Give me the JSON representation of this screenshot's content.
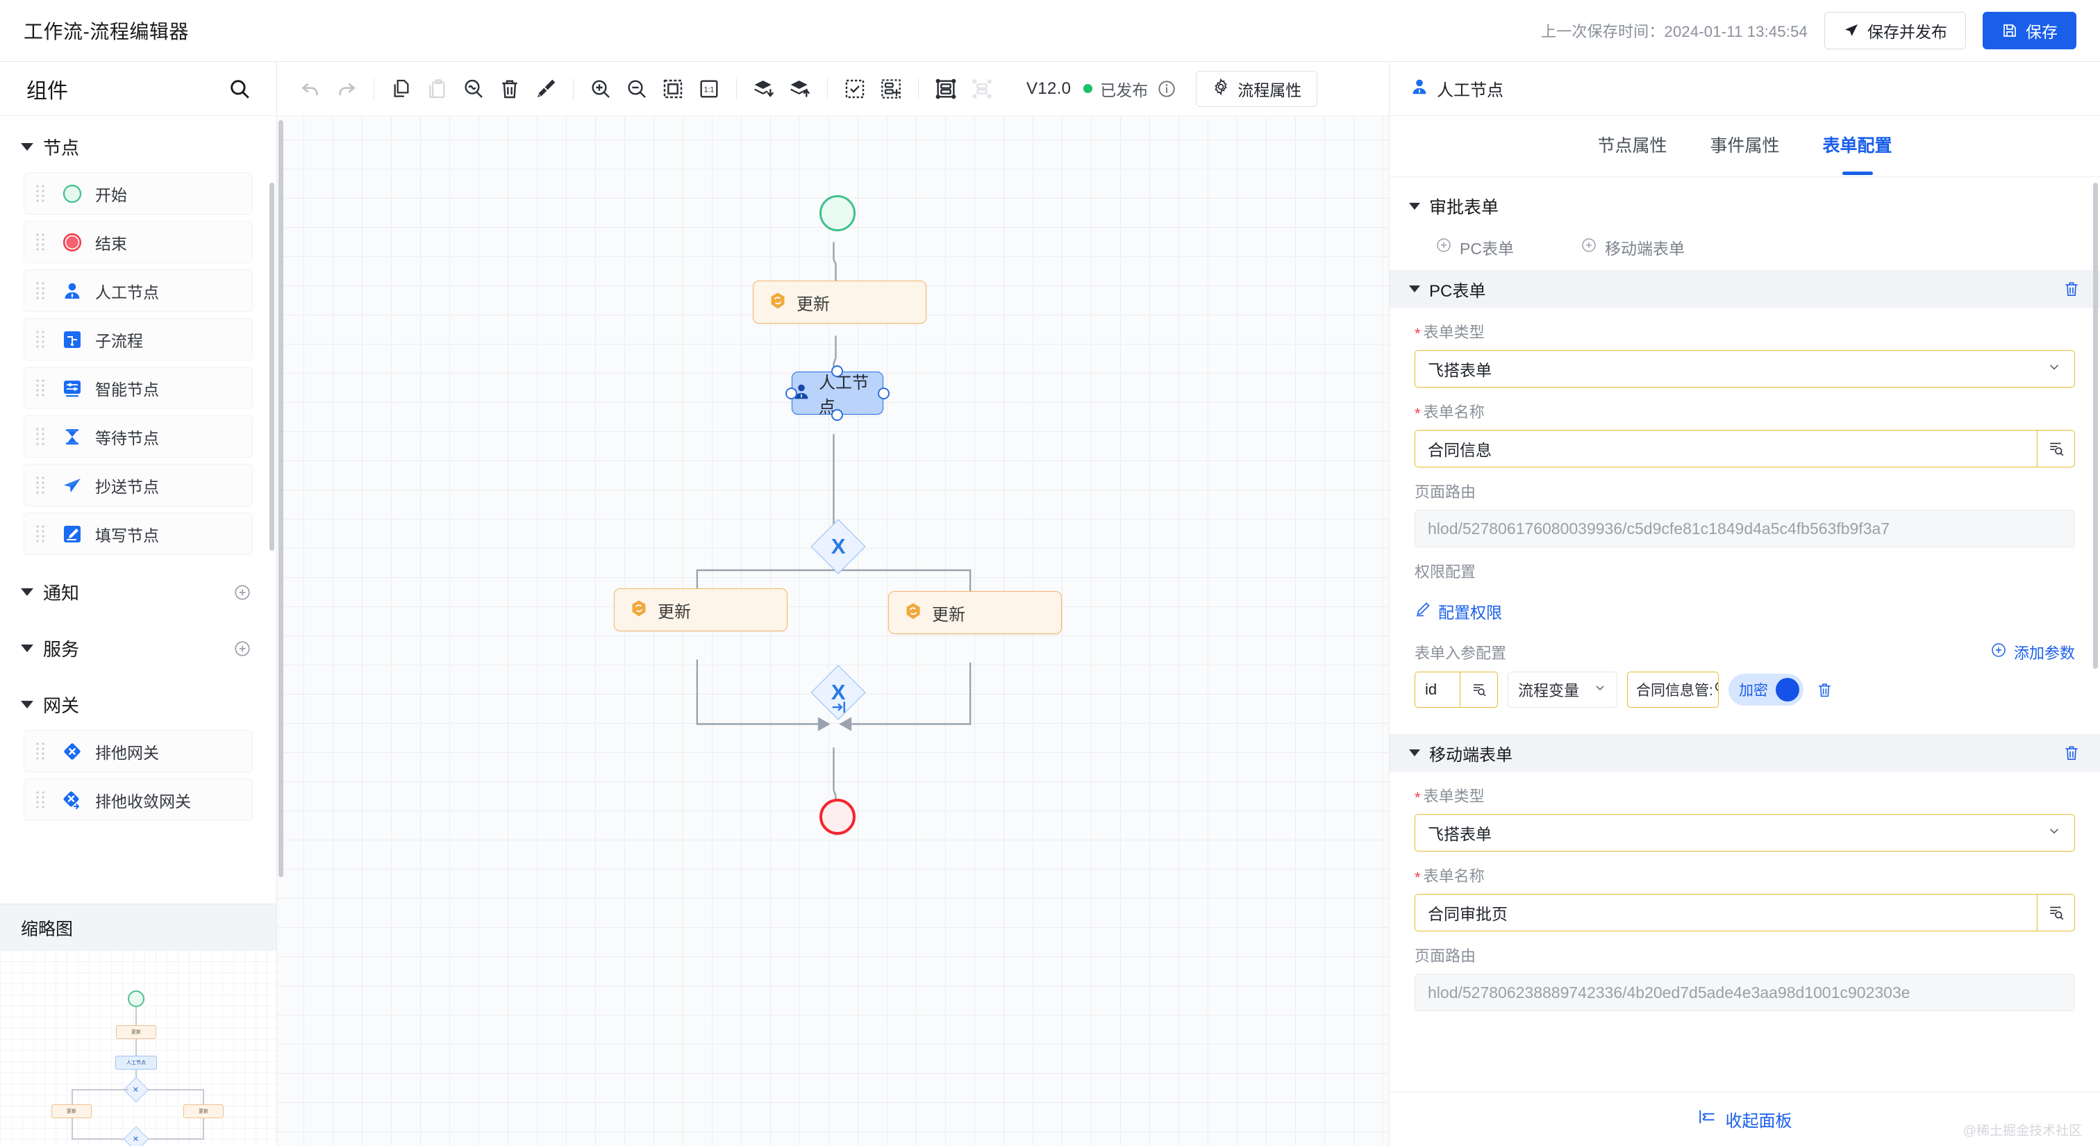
{
  "header": {
    "title": "工作流-流程编辑器",
    "save_time_label": "上一次保存时间：2024-01-11 13:45:54",
    "publish_button": "保存并发布",
    "save_button": "保存"
  },
  "sidebar": {
    "title": "组件",
    "search_icon": "search-icon",
    "groups": [
      {
        "name": "节点",
        "has_add": false,
        "items": [
          {
            "label": "开始",
            "icon": "start-circle-icon"
          },
          {
            "label": "结束",
            "icon": "end-circle-icon"
          },
          {
            "label": "人工节点",
            "icon": "user-icon"
          },
          {
            "label": "子流程",
            "icon": "subprocess-icon"
          },
          {
            "label": "智能节点",
            "icon": "smart-node-icon"
          },
          {
            "label": "等待节点",
            "icon": "hourglass-icon"
          },
          {
            "label": "抄送节点",
            "icon": "send-icon"
          },
          {
            "label": "填写节点",
            "icon": "edit-icon"
          }
        ]
      },
      {
        "name": "通知",
        "has_add": true,
        "items": []
      },
      {
        "name": "服务",
        "has_add": true,
        "items": []
      },
      {
        "name": "网关",
        "has_add": false,
        "items": [
          {
            "label": "排他网关",
            "icon": "exclusive-gateway-icon"
          },
          {
            "label": "排他收敛网关",
            "icon": "exclusive-converge-gateway-icon"
          }
        ]
      }
    ],
    "minimap_title": "缩略图"
  },
  "toolbar": {
    "buttons": [
      {
        "name": "undo",
        "icon": "undo-icon",
        "disabled": true
      },
      {
        "name": "redo",
        "icon": "redo-icon",
        "disabled": true
      },
      {
        "name": "copy",
        "icon": "copy-icon",
        "disabled": false
      },
      {
        "name": "paste",
        "icon": "paste-icon",
        "disabled": true
      },
      {
        "name": "find",
        "icon": "magnifier-wave-icon",
        "disabled": false
      },
      {
        "name": "delete",
        "icon": "trash-icon",
        "disabled": false
      },
      {
        "name": "clear",
        "icon": "broom-icon",
        "disabled": false
      },
      {
        "name": "zoom-in",
        "icon": "zoom-in-icon",
        "disabled": false
      },
      {
        "name": "zoom-out",
        "icon": "zoom-out-icon",
        "disabled": false
      },
      {
        "name": "fit-view",
        "icon": "fit-screen-icon",
        "disabled": false
      },
      {
        "name": "actual-size",
        "icon": "one-to-one-icon",
        "disabled": false
      },
      {
        "name": "send-backward",
        "icon": "layer-down-icon",
        "disabled": false
      },
      {
        "name": "bring-forward",
        "icon": "layer-up-icon",
        "disabled": false
      },
      {
        "name": "select-all",
        "icon": "select-all-icon",
        "disabled": false
      },
      {
        "name": "add-group",
        "icon": "add-group-icon",
        "disabled": false
      },
      {
        "name": "group",
        "icon": "group-icon",
        "disabled": false
      },
      {
        "name": "ungroup",
        "icon": "ungroup-icon",
        "disabled": true
      }
    ],
    "one_to_one_text": "1:1",
    "version": "V12.0",
    "publish_status": "已发布",
    "status_color": "#19c16a",
    "info_icon": "info-circle-icon",
    "flow_property_button": "流程属性",
    "gear_icon": "gear-icon"
  },
  "canvas": {
    "nodes": [
      {
        "id": "start",
        "type": "start",
        "label": ""
      },
      {
        "id": "task1",
        "type": "task",
        "label": "更新",
        "icon": "update-hex-icon"
      },
      {
        "id": "user1",
        "type": "user",
        "label": "人工节点",
        "icon": "user-icon",
        "selected": true
      },
      {
        "id": "gw1",
        "type": "gateway",
        "label": "X"
      },
      {
        "id": "task2",
        "type": "task",
        "label": "更新",
        "icon": "update-hex-icon"
      },
      {
        "id": "task3",
        "type": "task",
        "label": "更新",
        "icon": "update-hex-icon"
      },
      {
        "id": "gw2",
        "type": "gateway-converge",
        "label": "X"
      },
      {
        "id": "end",
        "type": "end",
        "label": ""
      }
    ]
  },
  "right_panel": {
    "node_title": "人工节点",
    "node_icon": "user-icon",
    "tabs": [
      {
        "label": "节点属性",
        "active": false
      },
      {
        "label": "事件属性",
        "active": false
      },
      {
        "label": "表单配置",
        "active": true
      }
    ],
    "section_title": "审批表单",
    "add_links": [
      {
        "label": "PC表单",
        "icon": "plus-circle-icon"
      },
      {
        "label": "移动端表单",
        "icon": "plus-circle-icon"
      }
    ],
    "pc_form": {
      "sub_title": "PC表单",
      "delete_icon": "trash-icon",
      "form_type_label": "表单类型",
      "form_type_value": "飞搭表单",
      "form_name_label": "表单名称",
      "form_name_value": "合同信息",
      "page_route_label": "页面路由",
      "page_route_value": "hlod/527806176080039936/c5d9cfe81c1849d4a5c4fb563fb9f3a7",
      "permission_label": "权限配置",
      "permission_link": "配置权限",
      "permission_icon": "pencil-icon",
      "params_label": "表单入参配置",
      "add_param_label": "添加参数",
      "add_param_icon": "plus-circle-icon",
      "params": [
        {
          "key": "id",
          "key_picker_icon": "picker-icon",
          "source": "流程变量",
          "value": "合同信息管:",
          "value_icon": "search-icon",
          "encrypt_label": "加密",
          "encrypt_on": true,
          "delete_icon": "trash-icon"
        }
      ]
    },
    "mobile_form": {
      "sub_title": "移动端表单",
      "delete_icon": "trash-icon",
      "form_type_label": "表单类型",
      "form_type_value": "飞搭表单",
      "form_name_label": "表单名称",
      "form_name_value": "合同审批页",
      "page_route_label": "页面路由",
      "page_route_value": "hlod/527806238889742336/4b20ed7d5ade4e3aa98d1001c902303e"
    },
    "collapse_label": "收起面板",
    "collapse_icon": "collapse-panel-icon"
  },
  "watermark": "@稀土掘金技术社区",
  "theme": {
    "accent": "#1a5fea",
    "warning_border": "#e8b931",
    "task_border": "#f3b468",
    "task_bg": "#fdf5e9",
    "user_bg": "#b9d3fb",
    "start_green": "#3fc08d",
    "end_red": "#f5252d"
  }
}
